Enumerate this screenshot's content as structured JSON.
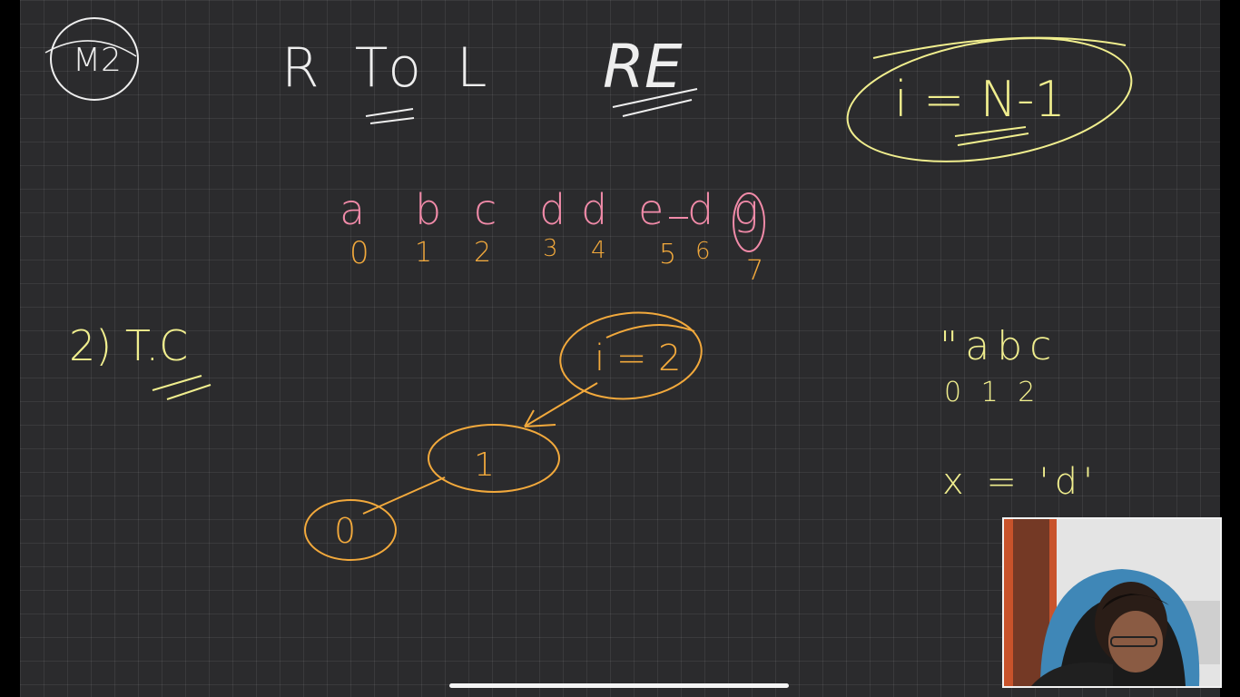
{
  "colors": {
    "background": "#2b2b2d",
    "white_ink": "#eeeeee",
    "yellow_ink": "#f0ee8e",
    "pink_ink": "#f08aa8",
    "orange_ink": "#f2a93c"
  },
  "notes": {
    "method_label": "M2",
    "heading_rtol": "R To L",
    "heading_re": "RE",
    "condition": "i = N-1",
    "string_chars": [
      "a",
      "b",
      "c",
      "d",
      "d",
      "e",
      "d",
      "g"
    ],
    "string_indices": [
      "0",
      "1",
      "2",
      "3",
      "4",
      "5",
      "6",
      "7"
    ],
    "tc_label": "2) T.C",
    "recursion_nodes": [
      "i = 2",
      "1",
      "0"
    ],
    "side_string": "\"abc",
    "side_indices": "0 1 2",
    "side_target": "x = 'd'"
  },
  "icons": [
    "home-indicator",
    "webcam-overlay"
  ]
}
